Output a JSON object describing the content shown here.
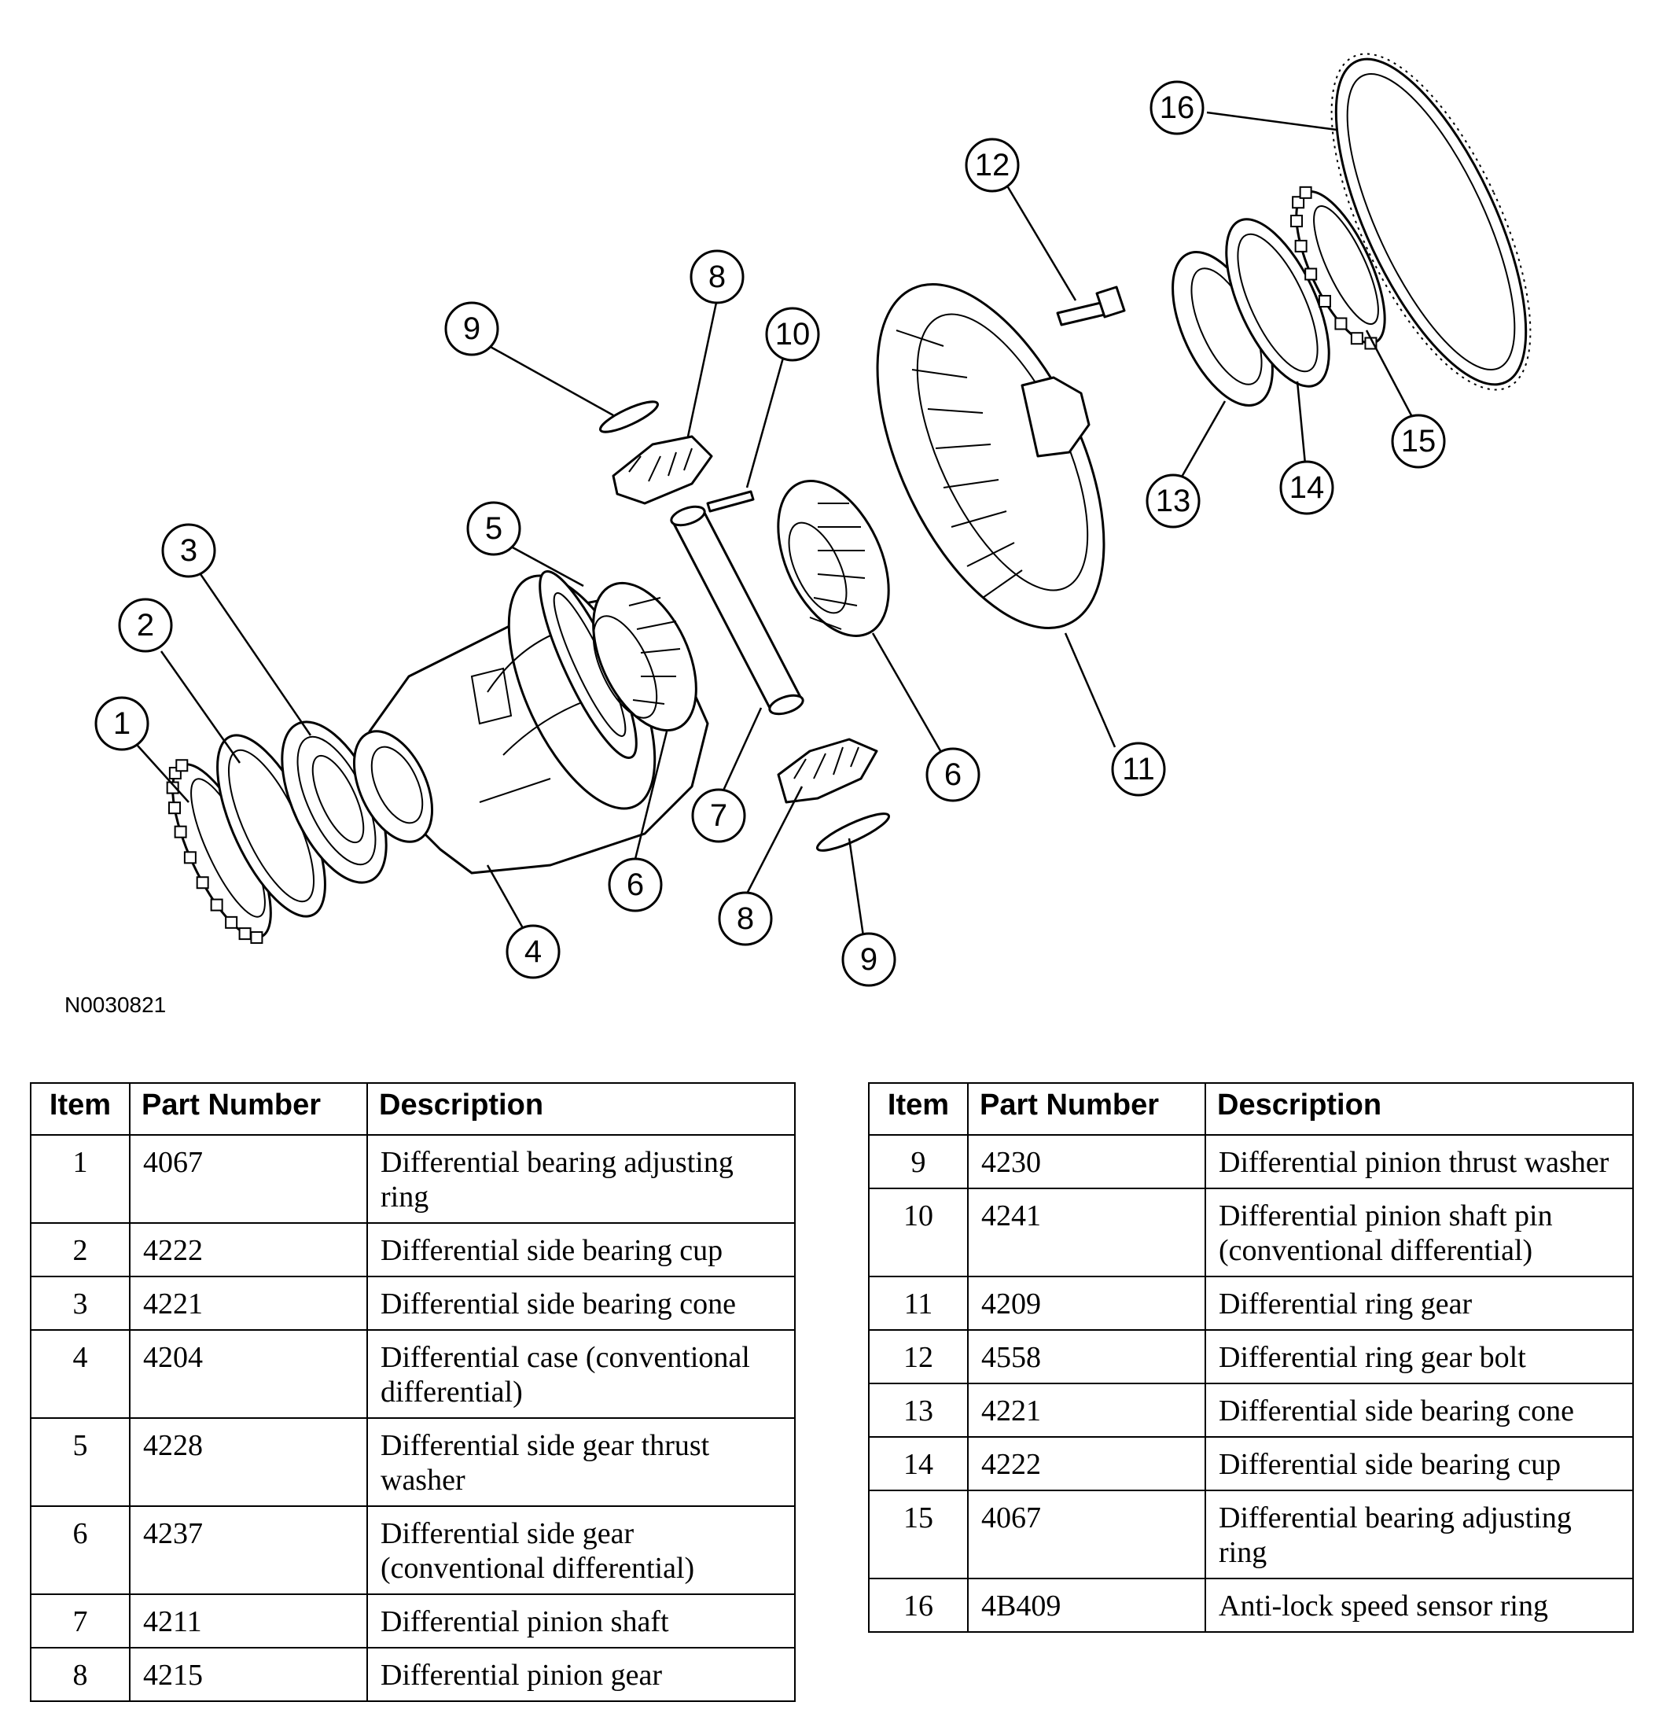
{
  "figure_id": "N0030821",
  "table_headers": {
    "item": "Item",
    "part_number": "Part Number",
    "description": "Description"
  },
  "callouts": [
    "1",
    "2",
    "3",
    "4",
    "5",
    "6",
    "7",
    "8",
    "9",
    "10",
    "11",
    "12",
    "13",
    "14",
    "15",
    "16"
  ],
  "parts_left": [
    {
      "item": "1",
      "part": "4067",
      "description": "Differential bearing adjusting ring"
    },
    {
      "item": "2",
      "part": "4222",
      "description": "Differential side bearing cup"
    },
    {
      "item": "3",
      "part": "4221",
      "description": "Differential side bearing cone"
    },
    {
      "item": "4",
      "part": "4204",
      "description": "Differential case (conventional differential)"
    },
    {
      "item": "5",
      "part": "4228",
      "description": "Differential side gear thrust washer"
    },
    {
      "item": "6",
      "part": "4237",
      "description": "Differential side gear (conventional differential)"
    },
    {
      "item": "7",
      "part": "4211",
      "description": "Differential pinion shaft"
    },
    {
      "item": "8",
      "part": "4215",
      "description": "Differential pinion gear"
    }
  ],
  "parts_right": [
    {
      "item": "9",
      "part": "4230",
      "description": "Differential pinion thrust washer"
    },
    {
      "item": "10",
      "part": "4241",
      "description": "Differential pinion shaft pin (conventional differential)"
    },
    {
      "item": "11",
      "part": "4209",
      "description": "Differential ring gear"
    },
    {
      "item": "12",
      "part": "4558",
      "description": "Differential ring gear bolt"
    },
    {
      "item": "13",
      "part": "4221",
      "description": "Differential side bearing cone"
    },
    {
      "item": "14",
      "part": "4222",
      "description": "Differential side bearing cup"
    },
    {
      "item": "15",
      "part": "4067",
      "description": "Differential bearing adjusting ring"
    },
    {
      "item": "16",
      "part": "4B409",
      "description": "Anti-lock speed sensor ring"
    }
  ]
}
